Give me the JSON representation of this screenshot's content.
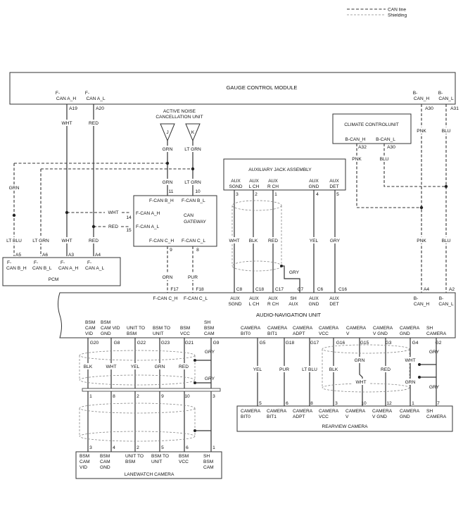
{
  "legend": {
    "can_line": "CAN line",
    "shielding": "Shielding"
  },
  "gauge": {
    "title": "GAUGE CONTROL MODULE",
    "pins": [
      {
        "label1": "F-",
        "label2": "CAN A_H",
        "pin": "A19",
        "wire": "WHT"
      },
      {
        "label1": "F-",
        "label2": "CAN A_L",
        "pin": "A20",
        "wire": "RED"
      },
      {
        "label1": "B-",
        "label2": "CAN_H",
        "pin": "A30",
        "wire": "PNK"
      },
      {
        "label1": "B-",
        "label2": "CAN_L",
        "pin": "A31",
        "wire": "BLU"
      }
    ]
  },
  "anc": {
    "title1": "ACTIVE NOISE",
    "title2": "CANCELLATION UNIT",
    "j": "J",
    "k": "K",
    "wire_j": "GRN",
    "wire_k": "LT GRN"
  },
  "climate": {
    "title": "CLIMATE CONTROLUNIT",
    "pin_h": "B-CAN_H",
    "pin_l": "B-CAN_L",
    "num_h": "A32",
    "num_l": "A30",
    "wire_h": "PNK",
    "wire_l": "BLU"
  },
  "aux_jack": {
    "title": "AUXILIARY JACK ASSEMBLY",
    "pins": [
      {
        "l1": "AUX",
        "l2": "SGND",
        "num": "3",
        "wire": "WHT"
      },
      {
        "l1": "AUX",
        "l2": "L CH",
        "num": "2",
        "wire": "BLK"
      },
      {
        "l1": "AUX",
        "l2": "R CH",
        "num": "1",
        "wire": "RED"
      },
      {
        "l1": "AUX",
        "l2": "GND",
        "num": "4",
        "wire": "YEL"
      },
      {
        "l1": "AUX",
        "l2": "DET",
        "num": "5",
        "wire": "GRY"
      }
    ],
    "shield_wire": "GRY"
  },
  "gateway": {
    "title1": "CAN",
    "title2": "GATEWAY",
    "b_h": "F-CAN B_H",
    "b_l": "F-CAN B_L",
    "b_h_num": "11",
    "b_l_num": "10",
    "a_h": "F-CAN A_H",
    "a_l": "F-CAN A_L",
    "a_h_num": "14",
    "a_l_num": "15",
    "c_h": "F-CAN C_H",
    "c_l": "F-CAN C_L",
    "c_h_num": "9",
    "c_l_num": "8",
    "wire_b_h": "GRN",
    "wire_b_l": "LT GRN",
    "wire_a_h": "WHT",
    "wire_a_l": "RED",
    "wire_c_h": "ORN",
    "wire_c_l": "PUR"
  },
  "pcm": {
    "title": "PCM",
    "pins": [
      {
        "l1": "F-",
        "l2": "CAN B_H",
        "num": "A5",
        "wire": "LT BLU"
      },
      {
        "l1": "F-",
        "l2": "CAN B_L",
        "num": "A6",
        "wire": "LT GRN"
      },
      {
        "l1": "F-",
        "l2": "CAN A_H",
        "num": "A3",
        "wire": "WHT"
      },
      {
        "l1": "F-",
        "l2": "CAN A_L",
        "num": "A4",
        "wire": "RED"
      }
    ],
    "wire_grn": "GRN"
  },
  "audio": {
    "title": "AUDIO-NAVIGATION UNIT",
    "top_pins": [
      {
        "num": "F17",
        "l1": "F-CAN C_H",
        "l2": ""
      },
      {
        "num": "F18",
        "l1": "F-CAN C_L",
        "l2": ""
      },
      {
        "num": "C8",
        "l1": "AUX",
        "l2": "SGND"
      },
      {
        "num": "C18",
        "l1": "AUX",
        "l2": "L CH"
      },
      {
        "num": "C17",
        "l1": "AUX",
        "l2": "R CH"
      },
      {
        "num": "C7",
        "l1": "SH",
        "l2": "AUX"
      },
      {
        "num": "C6",
        "l1": "AUX",
        "l2": "GND"
      },
      {
        "num": "C16",
        "l1": "AUX",
        "l2": "DET"
      },
      {
        "num": "A4",
        "l1": "B-",
        "l2": "CAN_H"
      },
      {
        "num": "A2",
        "l1": "B-",
        "l2": "CAN_L"
      }
    ],
    "bsm_pins": [
      {
        "num": "G20",
        "l1": "BSM",
        "l2": "CAM",
        "l3": "VID",
        "wire": "BLK"
      },
      {
        "num": "G8",
        "l1": "BSM",
        "l2": "CAM VID",
        "l3": "GND",
        "wire": "WHT"
      },
      {
        "num": "G22",
        "l1": "UNIT TO",
        "l2": "BSM",
        "l3": "",
        "wire": "YEL"
      },
      {
        "num": "G23",
        "l1": "BSM TO",
        "l2": "UNIT",
        "l3": "",
        "wire": "GRN"
      },
      {
        "num": "G21",
        "l1": "BSM",
        "l2": "VCC",
        "l3": "",
        "wire": "RED"
      },
      {
        "num": "G9",
        "l1": "SH",
        "l2": "BSM",
        "l3": "CAM",
        "wire": "GRY"
      }
    ],
    "cam_pins": [
      {
        "num": "G5",
        "l1": "CAMERA",
        "l2": "BIT0",
        "wire": "YEL"
      },
      {
        "num": "G18",
        "l1": "CAMERA",
        "l2": "BIT1",
        "wire": "PUR"
      },
      {
        "num": "G17",
        "l1": "CAMERA",
        "l2": "ADPT",
        "wire": "LT BLU"
      },
      {
        "num": "G16",
        "l1": "CAMERA",
        "l2": "VCC",
        "wire": "BLK"
      },
      {
        "num": "G15",
        "l1": "CAMERA",
        "l2": "V",
        "wire": "GRN"
      },
      {
        "num": "G3",
        "l1": "CAMERA",
        "l2": "V GND",
        "wire": "RED"
      },
      {
        "num": "G4",
        "l1": "CAMERA",
        "l2": "GND",
        "wire": "WHT"
      },
      {
        "num": "G2",
        "l1": "SH",
        "l2": "CAMERA",
        "wire": "GRY"
      }
    ],
    "shield_wire": "GRY"
  },
  "inline_bsm": {
    "nums": [
      "1",
      "8",
      "2",
      "9",
      "10",
      "3"
    ],
    "shield_wire": "GRY"
  },
  "lanewatch": {
    "title": "LANEWATCH CAMERA",
    "pins": [
      {
        "num": "3",
        "l1": "BSM",
        "l2": "CAM",
        "l3": "VID"
      },
      {
        "num": "4",
        "l1": "BSM",
        "l2": "CAM",
        "l3": "GND"
      },
      {
        "num": "2",
        "l1": "UNIT TO",
        "l2": "BSM",
        "l3": ""
      },
      {
        "num": "5",
        "l1": "BSM TO",
        "l2": "UNIT",
        "l3": ""
      },
      {
        "num": "6",
        "l1": "BSM",
        "l2": "VCC",
        "l3": ""
      },
      {
        "num": "1",
        "l1": "SH",
        "l2": "BSM",
        "l3": "CAM"
      }
    ]
  },
  "rearview": {
    "title": "REARVIEW CAMERA",
    "pins": [
      {
        "num": "5",
        "l1": "CAMERA",
        "l2": "BIT0"
      },
      {
        "num": "6",
        "l1": "CAMERA",
        "l2": "BIT1"
      },
      {
        "num": "8",
        "l1": "CAMERA",
        "l2": "ADPT"
      },
      {
        "num": "3",
        "l1": "CAMERA",
        "l2": "VCC"
      },
      {
        "num": "10",
        "l1": "CAMERA",
        "l2": "V"
      },
      {
        "num": "12",
        "l1": "CAMERA",
        "l2": "V GND"
      },
      {
        "num": "1",
        "l1": "CAMERA",
        "l2": "GND"
      },
      {
        "num": "7",
        "l1": "SH",
        "l2": "CAMERA"
      }
    ],
    "lower_wires": {
      "v": "WHT",
      "gnd": "GRN"
    },
    "shield_wire": "GRY"
  }
}
